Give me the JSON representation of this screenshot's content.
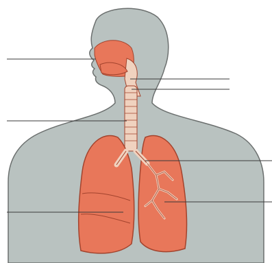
{
  "diagram": {
    "type": "anatomy",
    "labels": []
  },
  "colors": {
    "silhouette": "#b9c2c0",
    "silhouette_outline": "#6b6f6e",
    "organ": "#e8775a",
    "organ_outline": "#a2432d",
    "airway": "#f0d2bf",
    "leader_line": "#3a3a3a",
    "background": "#ffffff"
  },
  "leader_lines": [
    {
      "id": "nasal-cavity",
      "side": "left"
    },
    {
      "id": "pharynx",
      "side": "right"
    },
    {
      "id": "larynx",
      "side": "right"
    },
    {
      "id": "trachea",
      "side": "left"
    },
    {
      "id": "bronchi",
      "side": "right"
    },
    {
      "id": "bronchioles",
      "side": "right"
    },
    {
      "id": "lungs",
      "side": "left"
    }
  ]
}
